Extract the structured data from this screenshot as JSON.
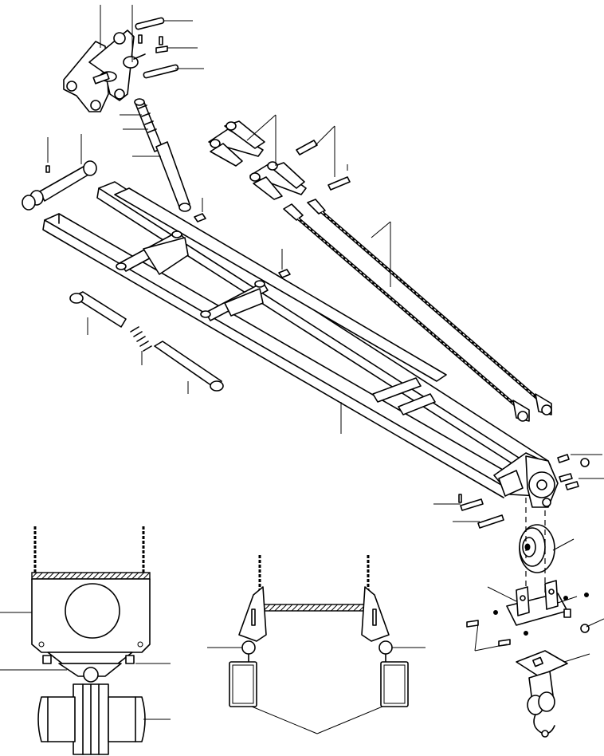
{
  "diagram": {
    "kind": "exploded parts view",
    "labels": [],
    "parts": [
      "upper-mount-bracket",
      "pins",
      "cylinder",
      "pivot-pin",
      "boom-frame",
      "tie-rod",
      "suspension-cables",
      "sheave-bracket",
      "sheave",
      "hook-block-bracket",
      "hook-block",
      "counterweight-detail",
      "cable-hanger-detail"
    ]
  }
}
